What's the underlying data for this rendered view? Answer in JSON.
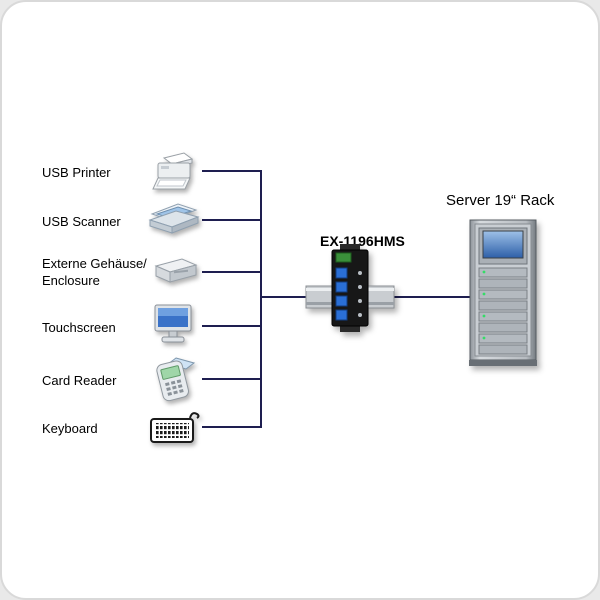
{
  "devices": [
    {
      "label": "USB Printer",
      "icon": "printer-icon"
    },
    {
      "label": "USB Scanner",
      "icon": "scanner-icon"
    },
    {
      "label": "Externe Gehäuse/\nEnclosure",
      "icon": "enclosure-icon"
    },
    {
      "label": "Touchscreen",
      "icon": "touchscreen-icon"
    },
    {
      "label": "Card Reader",
      "icon": "card-reader-icon"
    },
    {
      "label": "Keyboard",
      "icon": "keyboard-icon"
    }
  ],
  "hub": {
    "label": "EX-1196HMS"
  },
  "server": {
    "label": "Server 19“ Rack"
  },
  "colors": {
    "line": "#1e1e50",
    "background": "#ffffff"
  }
}
